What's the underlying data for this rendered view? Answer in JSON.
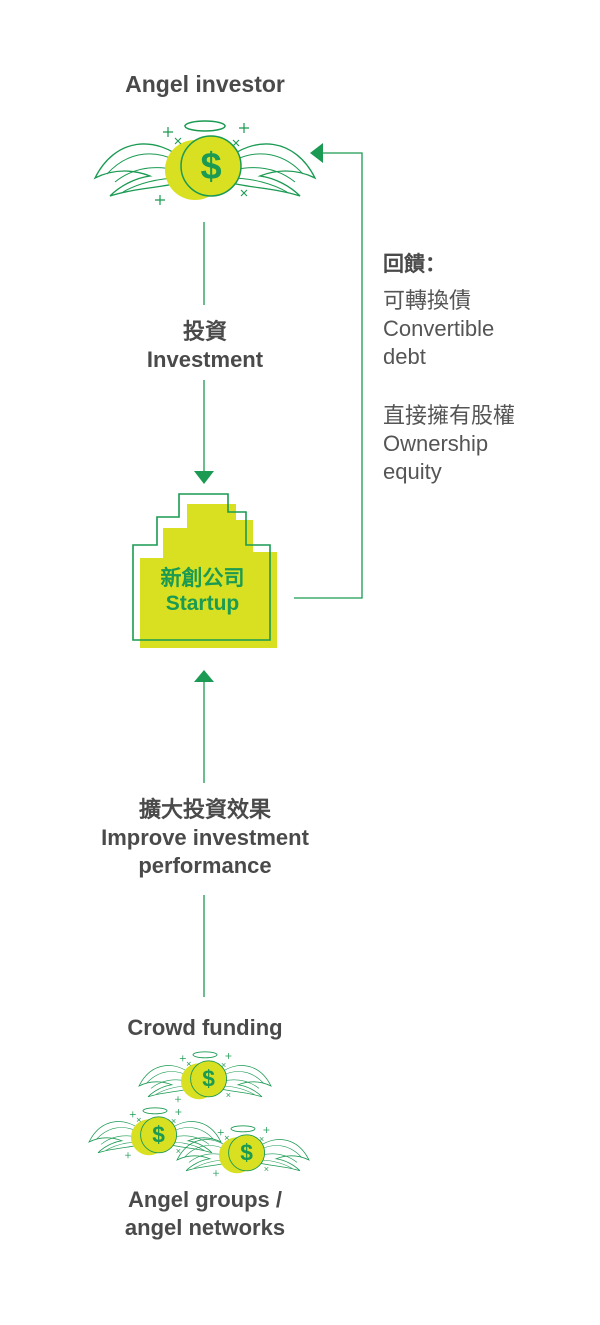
{
  "angel_investor": {
    "title": "Angel investor"
  },
  "investment": {
    "zh": "投資",
    "en": "Investment"
  },
  "startup": {
    "zh": "新創公司",
    "en": "Startup"
  },
  "feedback": {
    "heading": "回饋：",
    "items": [
      {
        "zh": "可轉換債",
        "en_line1": "Convertible",
        "en_line2": "debt"
      },
      {
        "zh": "直接擁有股權",
        "en_line1": "Ownership",
        "en_line2": "equity"
      }
    ]
  },
  "improve": {
    "zh": "擴大投資效果",
    "en_line1": "Improve investment",
    "en_line2": "performance"
  },
  "crowd": {
    "title": "Crowd funding"
  },
  "angel_groups": {
    "line1": "Angel groups /",
    "line2": "angel networks"
  },
  "icons": {
    "coin": "winged-dollar-coin-icon",
    "arrow": "arrowhead-icon"
  },
  "colors": {
    "green": "#1a9a52",
    "lime": "#d9e021",
    "text": "#4a4a4a"
  },
  "coin_symbol": "$"
}
